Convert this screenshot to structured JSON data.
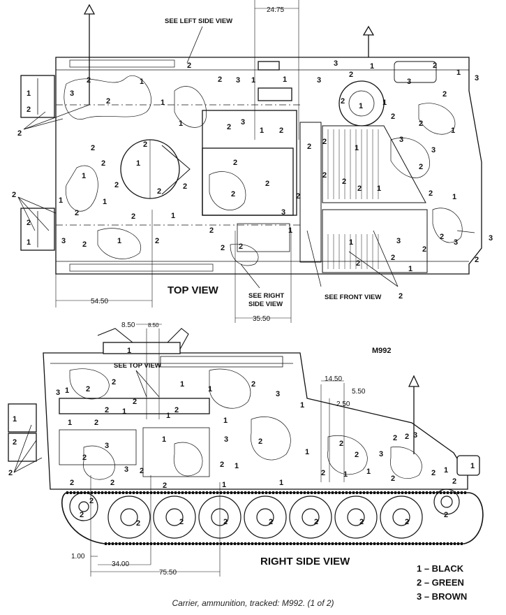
{
  "views": {
    "top_title": "TOP VIEW",
    "side_title": "RIGHT SIDE VIEW",
    "model": "M992",
    "see_left": "SEE LEFT SIDE VIEW",
    "see_right_1": "SEE RIGHT",
    "see_right_2": "SIDE VIEW",
    "see_front": "SEE FRONT VIEW",
    "see_top": "SEE TOP VIEW"
  },
  "dimensions": {
    "d_24_75": "24.75",
    "d_54_50": "54.50",
    "d_35_50": "35.50",
    "d_8_50a": "8.50",
    "d_8_50b": "8.50",
    "d_14_50": "14.50",
    "d_5_50": "5.50",
    "d_2_50": "2.50",
    "d_1_00": "1.00",
    "d_34_00": "34.00",
    "d_75_50": "75.50"
  },
  "legend": [
    {
      "label": "1 – BLACK",
      "color": "#111111"
    },
    {
      "label": "2 – GREEN",
      "color": "#2e5b2a"
    },
    {
      "label": "3 – BROWN",
      "color": "#6b4a2b"
    }
  ],
  "caption": "Carrier, ammunition, tracked: M992.  (1 of 2)"
}
